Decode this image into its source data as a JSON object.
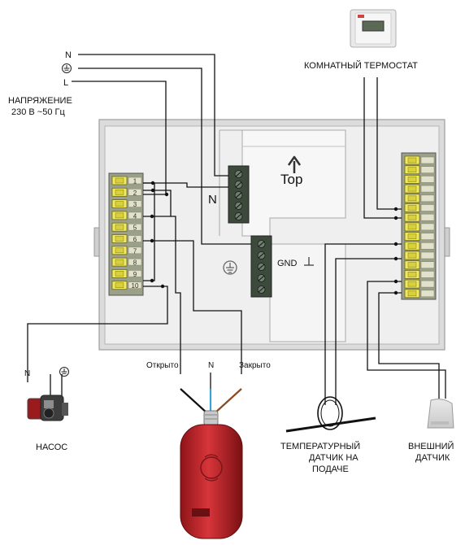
{
  "supply": {
    "title_line1": "НАПРЯЖЕНИЕ",
    "title_line2": "230 В ~50 Гц",
    "neutral": "N",
    "live": "L",
    "earth_icon": "earth-ground-icon"
  },
  "thermostat": {
    "label": "КОМНАТНЫЙ ТЕРМОСТАТ"
  },
  "controller": {
    "top_label": "Top",
    "n_label": "N",
    "gnd_label": "GND",
    "left_terminals": [
      "1",
      "2",
      "3",
      "4",
      "5",
      "6",
      "7",
      "8",
      "9",
      "10"
    ],
    "right_terminals": [
      "",
      "",
      "",
      "",
      "",
      "",
      "",
      "",
      "",
      "",
      "",
      "",
      "",
      "",
      ""
    ]
  },
  "actuator": {
    "open": "Открыто",
    "neutral": "N",
    "close": "Закрыто"
  },
  "pump": {
    "label": "НАСОС",
    "neutral": "N"
  },
  "flow_sensor": {
    "line1": "ТЕМПЕРАТУРНЫЙ",
    "line2": "ДАТЧИК НА",
    "line3": "ПОДАЧЕ"
  },
  "outdoor_sensor": {
    "line1": "ВНЕШНИЙ",
    "line2": "ДАТЧИК"
  },
  "colors": {
    "wire": "#111111",
    "blue_wire": "#3aa0d8",
    "brown_wire": "#8b4a1f",
    "terminal": "#e8e23a",
    "actuator": "#c0282c"
  }
}
